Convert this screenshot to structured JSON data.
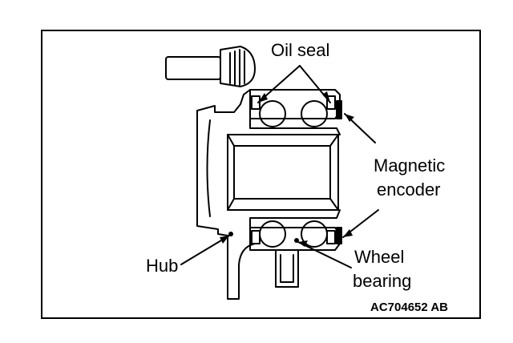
{
  "labels": {
    "oil_seal": "Oil seal",
    "magnetic": "Magnetic",
    "encoder": "encoder",
    "hub": "Hub",
    "wheel": "Wheel",
    "bearing": "bearing",
    "figure_code": "AC704652 AB"
  }
}
